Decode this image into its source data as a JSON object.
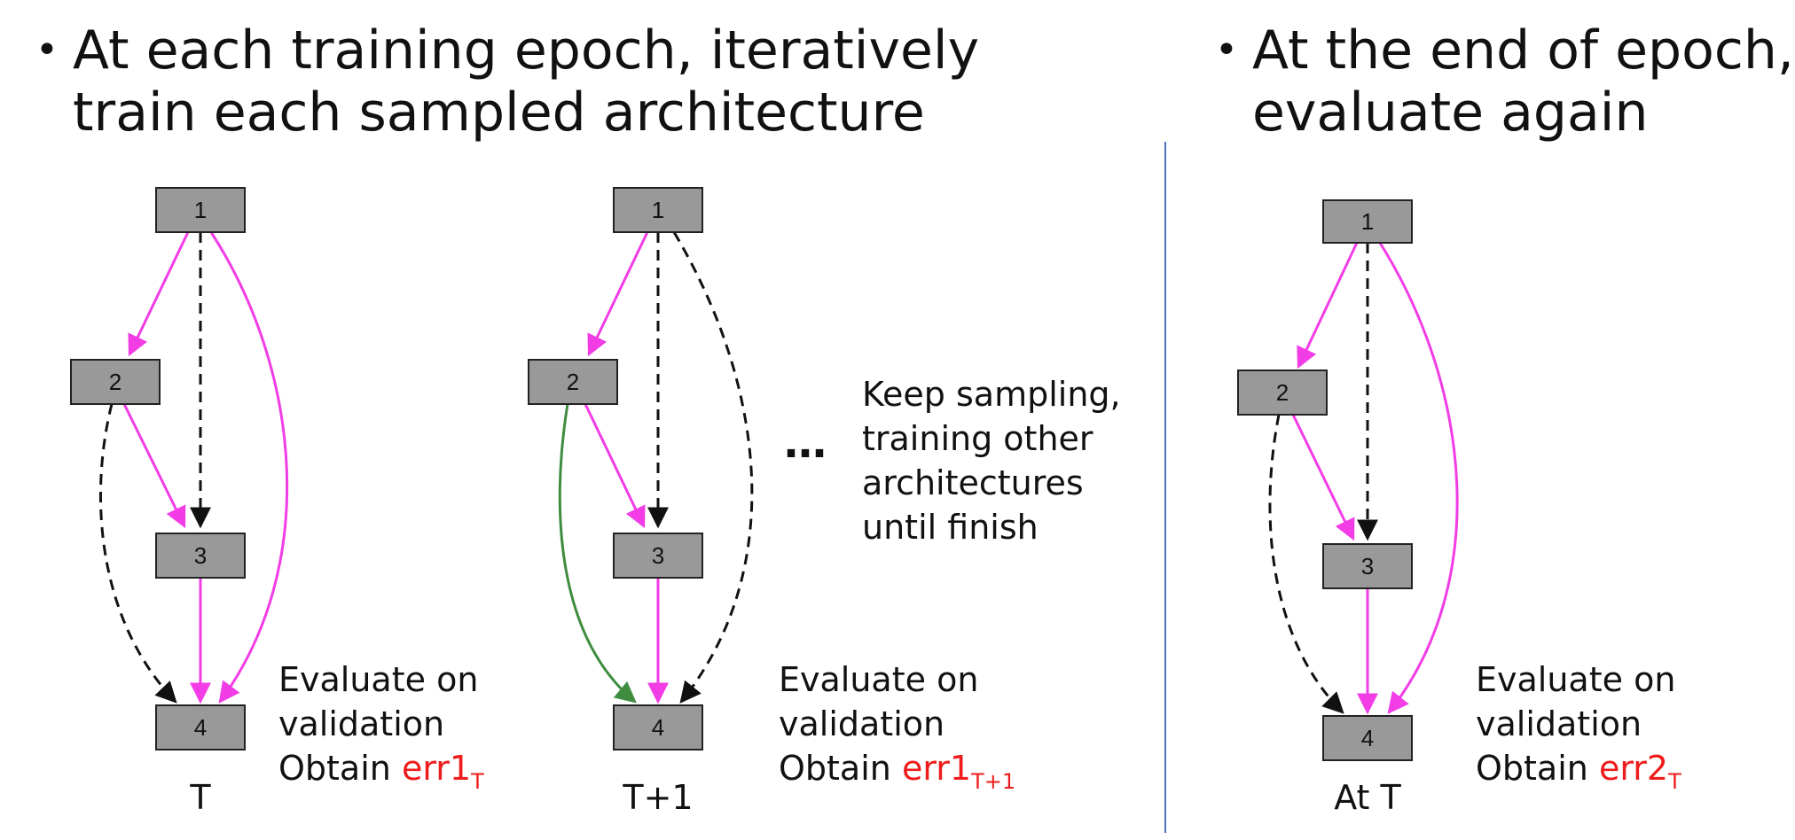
{
  "bullets": {
    "left": [
      "At each training epoch, iteratively",
      "train each sampled architecture"
    ],
    "right": [
      "At the end of epoch,",
      "evaluate again"
    ]
  },
  "graphs": [
    {
      "id": "T",
      "caption": "T",
      "nodes": [
        "1",
        "2",
        "3",
        "4"
      ]
    },
    {
      "id": "T+1",
      "caption": "T+1",
      "nodes": [
        "1",
        "2",
        "3",
        "4"
      ]
    },
    {
      "id": "AtT",
      "caption": "At T",
      "nodes": [
        "1",
        "2",
        "3",
        "4"
      ]
    }
  ],
  "evaluations": [
    {
      "lines": [
        "Evaluate on",
        "validation"
      ],
      "obtain": "Obtain",
      "err": "err1",
      "sub": "T"
    },
    {
      "lines": [
        "Evaluate on",
        "validation"
      ],
      "obtain": "Obtain",
      "err": "err1",
      "sub": "T+1"
    },
    {
      "lines": [
        "Evaluate on",
        "validation"
      ],
      "obtain": "Obtain",
      "err": "err2",
      "sub": "T"
    }
  ],
  "keep_sampling": [
    "Keep sampling,",
    "training other",
    "architectures",
    "until finish"
  ],
  "ellipsis": "…",
  "colors": {
    "magenta": "#f23ce6",
    "green": "#3f8c3f",
    "black": "#111111",
    "err_red": "#ee1c1c",
    "divider_blue": "#4a72b8",
    "node_fill": "#999999"
  }
}
